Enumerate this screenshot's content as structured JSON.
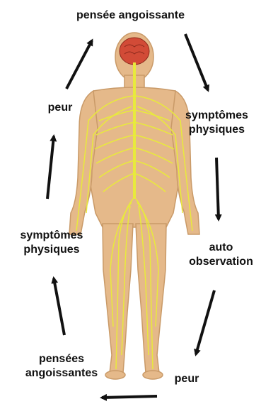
{
  "diagram": {
    "labels": {
      "top": "pensée angoissante",
      "right_upper": [
        "symptômes",
        "physiques"
      ],
      "right_middle": [
        "auto",
        "observation"
      ],
      "bottom_right": "peur",
      "left_lower": [
        "pensées",
        "angoissantes"
      ],
      "left_middle": [
        "symptômes",
        "physiques"
      ],
      "left_upper": "peur"
    },
    "arrow_direction": "clockwise",
    "colors": {
      "skin": "#e5b98a",
      "skin_outline": "#c99a68",
      "nerves": "#e8ea3c",
      "brain": "#d24b37",
      "arrow": "#111111",
      "text": "#111111"
    }
  }
}
